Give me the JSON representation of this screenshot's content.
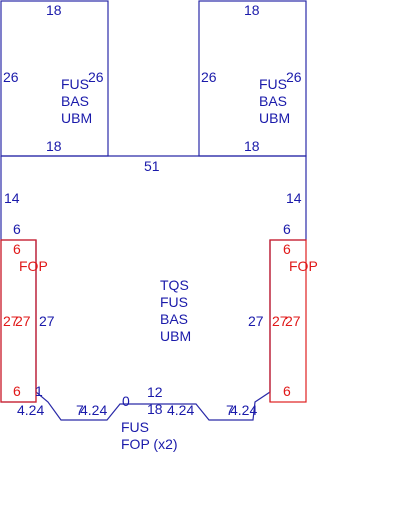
{
  "diagram": {
    "colors": {
      "outline": "#2a2aa8",
      "overlay": "#e02020",
      "text_blue": "#1a1aaa",
      "text_red": "#e01818"
    },
    "top_left_panel": {
      "top": "18",
      "left": "26",
      "right": "26",
      "bottom": "18",
      "name_lines": [
        "FUS",
        "BAS",
        "UBM"
      ]
    },
    "top_right_panel": {
      "top": "18",
      "left": "26",
      "right": "26",
      "bottom": "18",
      "name_lines": [
        "FUS",
        "BAS",
        "UBM"
      ]
    },
    "main_panel": {
      "top": "51",
      "upper_left": "14",
      "upper_right": "14",
      "side_left": "27",
      "side_right": "27",
      "name_lines": [
        "TQS",
        "FUS",
        "BAS",
        "UBM"
      ]
    },
    "left_flap": {
      "top_blue": "6",
      "top_red": "6",
      "label": "FOP",
      "side_a": "27",
      "side_b": "27",
      "bottom": "6",
      "corner": "1"
    },
    "right_flap": {
      "top_blue": "6",
      "top_red": "6",
      "label": "FOP",
      "side_a": "27",
      "side_b": "27",
      "bottom": "6"
    },
    "bottom_edge": {
      "seg1": "4.24",
      "seg2a": "7",
      "seg2b": "4.24",
      "notch_left": "0",
      "notch_top": "12",
      "notch_bottom": "18",
      "seg3": "4.24",
      "seg4a": "7",
      "seg4b": "4.24"
    },
    "footer_lines": [
      "FUS",
      "FOP (x2)"
    ]
  }
}
